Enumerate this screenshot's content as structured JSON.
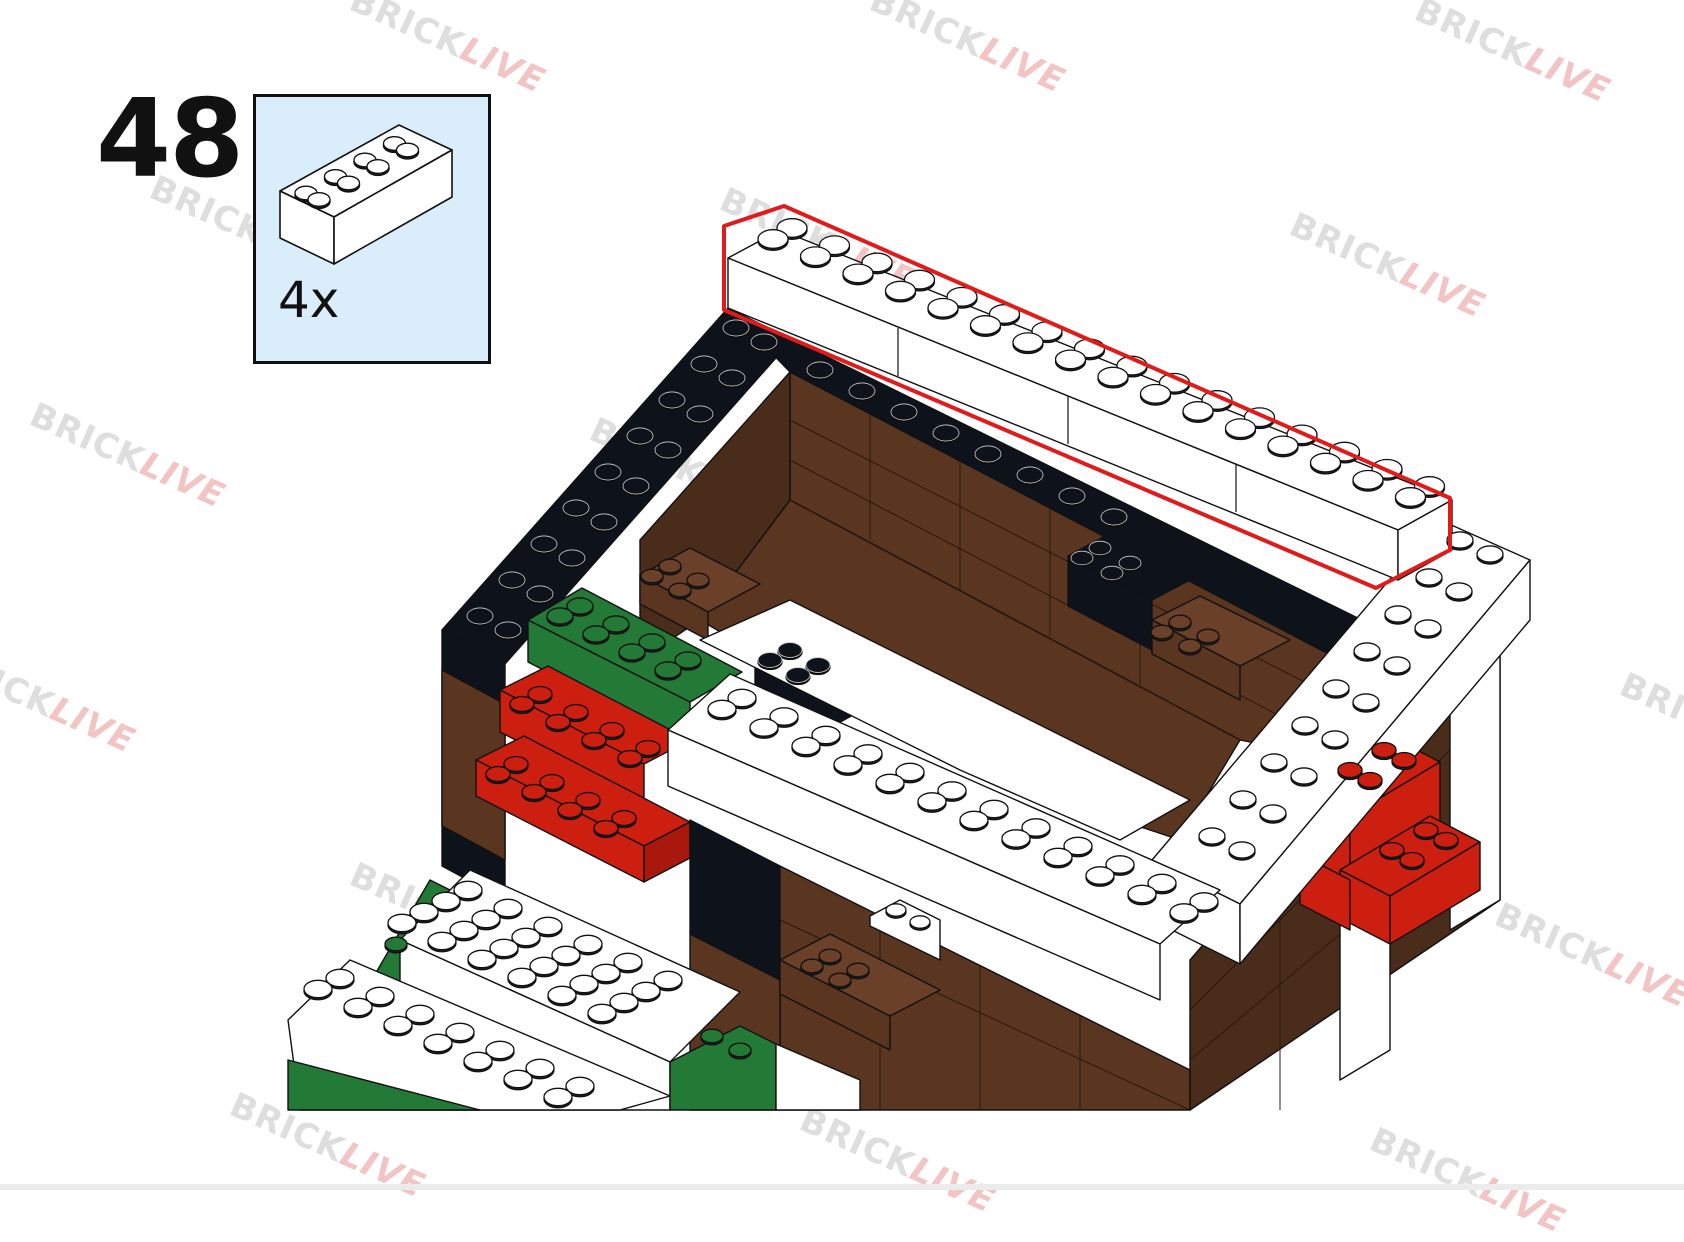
{
  "step": {
    "number": "48"
  },
  "parts_list": {
    "quantity": "4x",
    "part_icon": "white-2x4-brick-icon",
    "part_color": "#ffffff"
  },
  "watermark": {
    "text_a": "BRICK",
    "text_b": "LIVE"
  },
  "colors": {
    "callout_box": "#d9edfb",
    "highlight": "#e11a1a",
    "brick_white": "#ffffff",
    "brick_black": "#0e121a",
    "brick_brown": "#5a3520",
    "brick_red": "#cc1f10",
    "brick_green": "#237a36"
  }
}
